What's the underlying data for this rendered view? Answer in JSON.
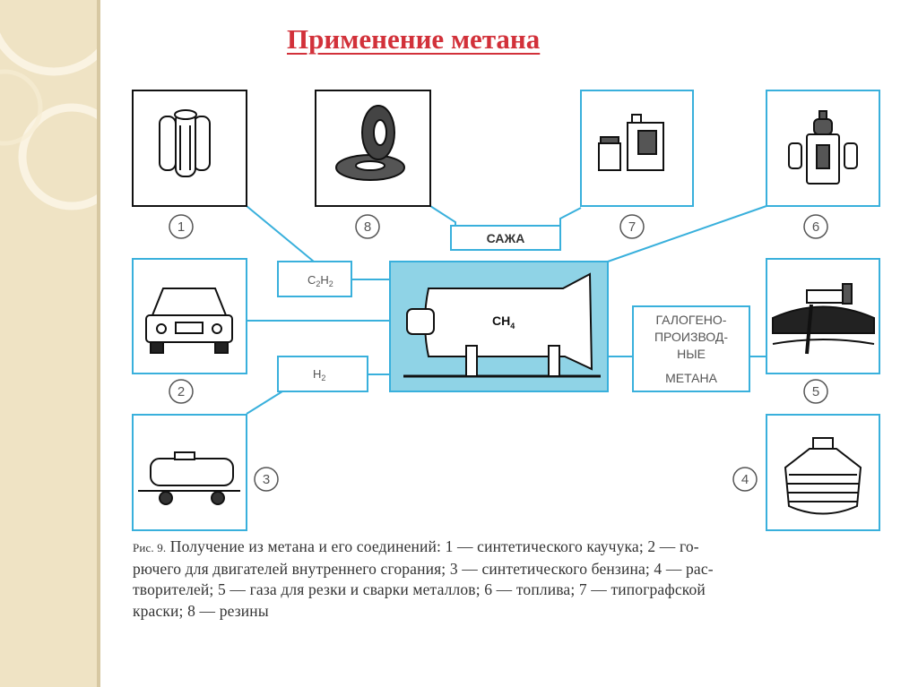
{
  "slide": {
    "title": "Применение метана"
  },
  "center": {
    "formula_main": "CH",
    "formula_sub": "4"
  },
  "labels": {
    "soot": "САЖА",
    "acetylene_main": "C",
    "acetylene_sub1": "2",
    "acetylene_mid": "H",
    "acetylene_sub2": "2",
    "hydrogen_main": "H",
    "hydrogen_sub": "2",
    "halo_line1": "ГАЛОГЕНО-",
    "halo_line2": "ПРОИЗВОД-",
    "halo_line3": "НЫЕ",
    "halo_line4": "МЕТАНА"
  },
  "numbers": [
    "1",
    "2",
    "3",
    "4",
    "5",
    "6",
    "7",
    "8"
  ],
  "caption": {
    "lead": "Рис. 9.",
    "line1": "Получение из метана и его соединений: 1 — синтетического каучука; 2 — го-",
    "line2": "рючего для двигателей внутреннего сгорания; 3 — синтетического бензина; 4 — рас-",
    "line3": "творителей; 5 — газа для резки и сварки металлов; 6 — топлива; 7 — типографской",
    "line4": "краски; 8 — резины"
  },
  "colors": {
    "title": "#d2313a",
    "frame": "#39b0dc",
    "center_fill": "#8fd3e6",
    "sidebar": "#efe3c4"
  }
}
